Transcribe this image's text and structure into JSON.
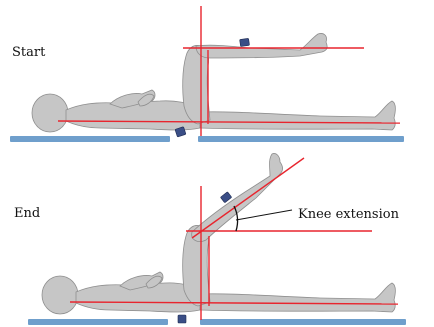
{
  "panels": [
    {
      "label": "Start"
    },
    {
      "label": "End",
      "annotation": "Knee extension"
    }
  ],
  "colors": {
    "reference_line": "#e8252e",
    "table": "#6f9fcc",
    "figure": "#c6c6c6",
    "figure_edge": "#8f8f8f",
    "sensor": "#3a4e86"
  }
}
